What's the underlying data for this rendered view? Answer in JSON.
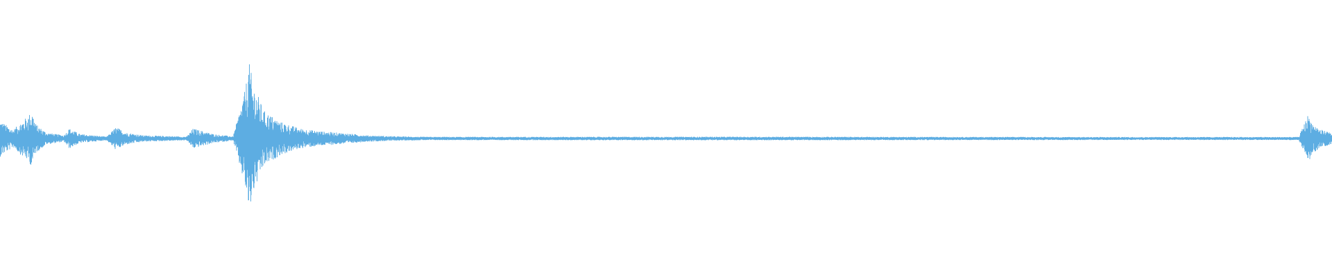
{
  "waveform": {
    "color": "#5dade2",
    "background": "#ffffff",
    "amplitude_envelope": [
      [
        0.0,
        0.13
      ],
      [
        0.004,
        0.1
      ],
      [
        0.01,
        0.06
      ],
      [
        0.016,
        0.12
      ],
      [
        0.02,
        0.15
      ],
      [
        0.024,
        0.2
      ],
      [
        0.027,
        0.1
      ],
      [
        0.035,
        0.04
      ],
      [
        0.048,
        0.02
      ],
      [
        0.052,
        0.07
      ],
      [
        0.06,
        0.03
      ],
      [
        0.07,
        0.02
      ],
      [
        0.08,
        0.01
      ],
      [
        0.087,
        0.08
      ],
      [
        0.095,
        0.04
      ],
      [
        0.108,
        0.02
      ],
      [
        0.125,
        0.015
      ],
      [
        0.14,
        0.01
      ],
      [
        0.145,
        0.07
      ],
      [
        0.16,
        0.03
      ],
      [
        0.175,
        0.012
      ],
      [
        0.184,
        0.35
      ],
      [
        0.187,
        0.55
      ],
      [
        0.19,
        0.4
      ],
      [
        0.198,
        0.2
      ],
      [
        0.21,
        0.12
      ],
      [
        0.225,
        0.07
      ],
      [
        0.24,
        0.05
      ],
      [
        0.26,
        0.035
      ],
      [
        0.275,
        0.02
      ],
      [
        0.3,
        0.012
      ],
      [
        0.32,
        0.009
      ],
      [
        0.56,
        0.01
      ],
      [
        0.8,
        0.008
      ],
      [
        0.975,
        0.008
      ],
      [
        0.982,
        0.17
      ],
      [
        0.986,
        0.1
      ],
      [
        0.992,
        0.06
      ],
      [
        1.0,
        0.04
      ]
    ]
  }
}
